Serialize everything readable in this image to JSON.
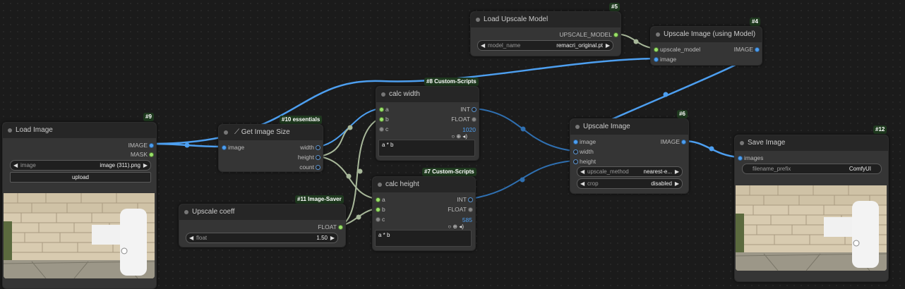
{
  "nodes": {
    "load_image": {
      "badge": "#9",
      "title": "Load Image",
      "outputs": [
        "IMAGE",
        "MASK"
      ],
      "widget": {
        "label": "image",
        "value": "image (311).png"
      },
      "button": "upload"
    },
    "get_image_size": {
      "badge": "#10 essentials",
      "title": "Get Image Size",
      "inputs": [
        "image"
      ],
      "outputs": [
        "width",
        "height",
        "count"
      ]
    },
    "upscale_coeff": {
      "badge": "#11 Image-Saver",
      "title": "Upscale coeff",
      "outputs": [
        "FLOAT"
      ],
      "widget": {
        "label": "float",
        "value": "1.50"
      }
    },
    "calc_width": {
      "badge": "#8 Custom-Scripts",
      "title": "calc width",
      "inputs": [
        "a",
        "b",
        "c"
      ],
      "outputs": [
        "INT",
        "FLOAT"
      ],
      "result": "1020",
      "expression": "a * b"
    },
    "calc_height": {
      "badge": "#7 Custom-Scripts",
      "title": "calc height",
      "inputs": [
        "a",
        "b",
        "c"
      ],
      "outputs": [
        "INT",
        "FLOAT"
      ],
      "result": "585",
      "expression": "a * b"
    },
    "load_upscale_model": {
      "badge": "#5",
      "title": "Load Upscale Model",
      "outputs": [
        "UPSCALE_MODEL"
      ],
      "widget": {
        "label": "model_name",
        "value": "remacri_original.pt"
      }
    },
    "upscale_image_model": {
      "badge": "#4",
      "title": "Upscale Image (using Model)",
      "inputs": [
        "upscale_model",
        "image"
      ],
      "outputs": [
        "IMAGE"
      ]
    },
    "upscale_image": {
      "badge": "#6",
      "title": "Upscale Image",
      "inputs": [
        "image",
        "width",
        "height"
      ],
      "outputs": [
        "IMAGE"
      ],
      "widgets": [
        {
          "label": "upscale_method",
          "value": "nearest-e..."
        },
        {
          "label": "crop",
          "value": "disabled"
        }
      ]
    },
    "save_image": {
      "badge": "#12",
      "title": "Save Image",
      "inputs": [
        "images"
      ],
      "widget": {
        "label": "filename_prefix",
        "value": "ComfyUI"
      }
    }
  },
  "colors": {
    "image_link": "#4d9ff0",
    "number_link": "#a8b89a",
    "int_link": "#2f6fb0",
    "badge_bg": "#1f3a1f"
  },
  "icons": {
    "ruler": "ruler-icon",
    "controls": "○ ⊕ ◂)"
  }
}
